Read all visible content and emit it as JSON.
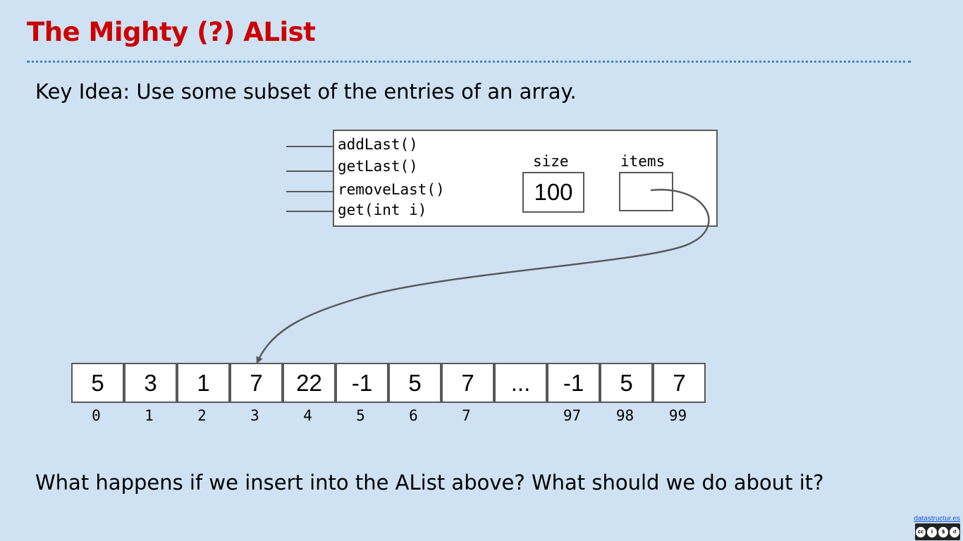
{
  "slide": {
    "title": "The Mighty (?) AList",
    "subtitle": "Key Idea: Use some subset of the entries of an array.",
    "question": "What happens if we insert into the AList above? What should we do about it?"
  },
  "object": {
    "methods": [
      "addLast()",
      "getLast()",
      "removeLast()",
      "get(int i)"
    ],
    "size_label": "size",
    "size_value": "100",
    "items_label": "items"
  },
  "array": {
    "cells": [
      "5",
      "3",
      "1",
      "7",
      "22",
      "-1",
      "5",
      "7",
      "...",
      "-1",
      "5",
      "7"
    ],
    "indices": [
      "0",
      "1",
      "2",
      "3",
      "4",
      "5",
      "6",
      "7",
      "",
      "97",
      "98",
      "99"
    ]
  },
  "footer": {
    "link": "datastructur.es",
    "license_badge": "cc-by-nc-sa-icon"
  },
  "colors": {
    "title": "#cc0000",
    "background": "#cfe2f3",
    "divider": "#3d85c6",
    "stroke": "#595959"
  }
}
